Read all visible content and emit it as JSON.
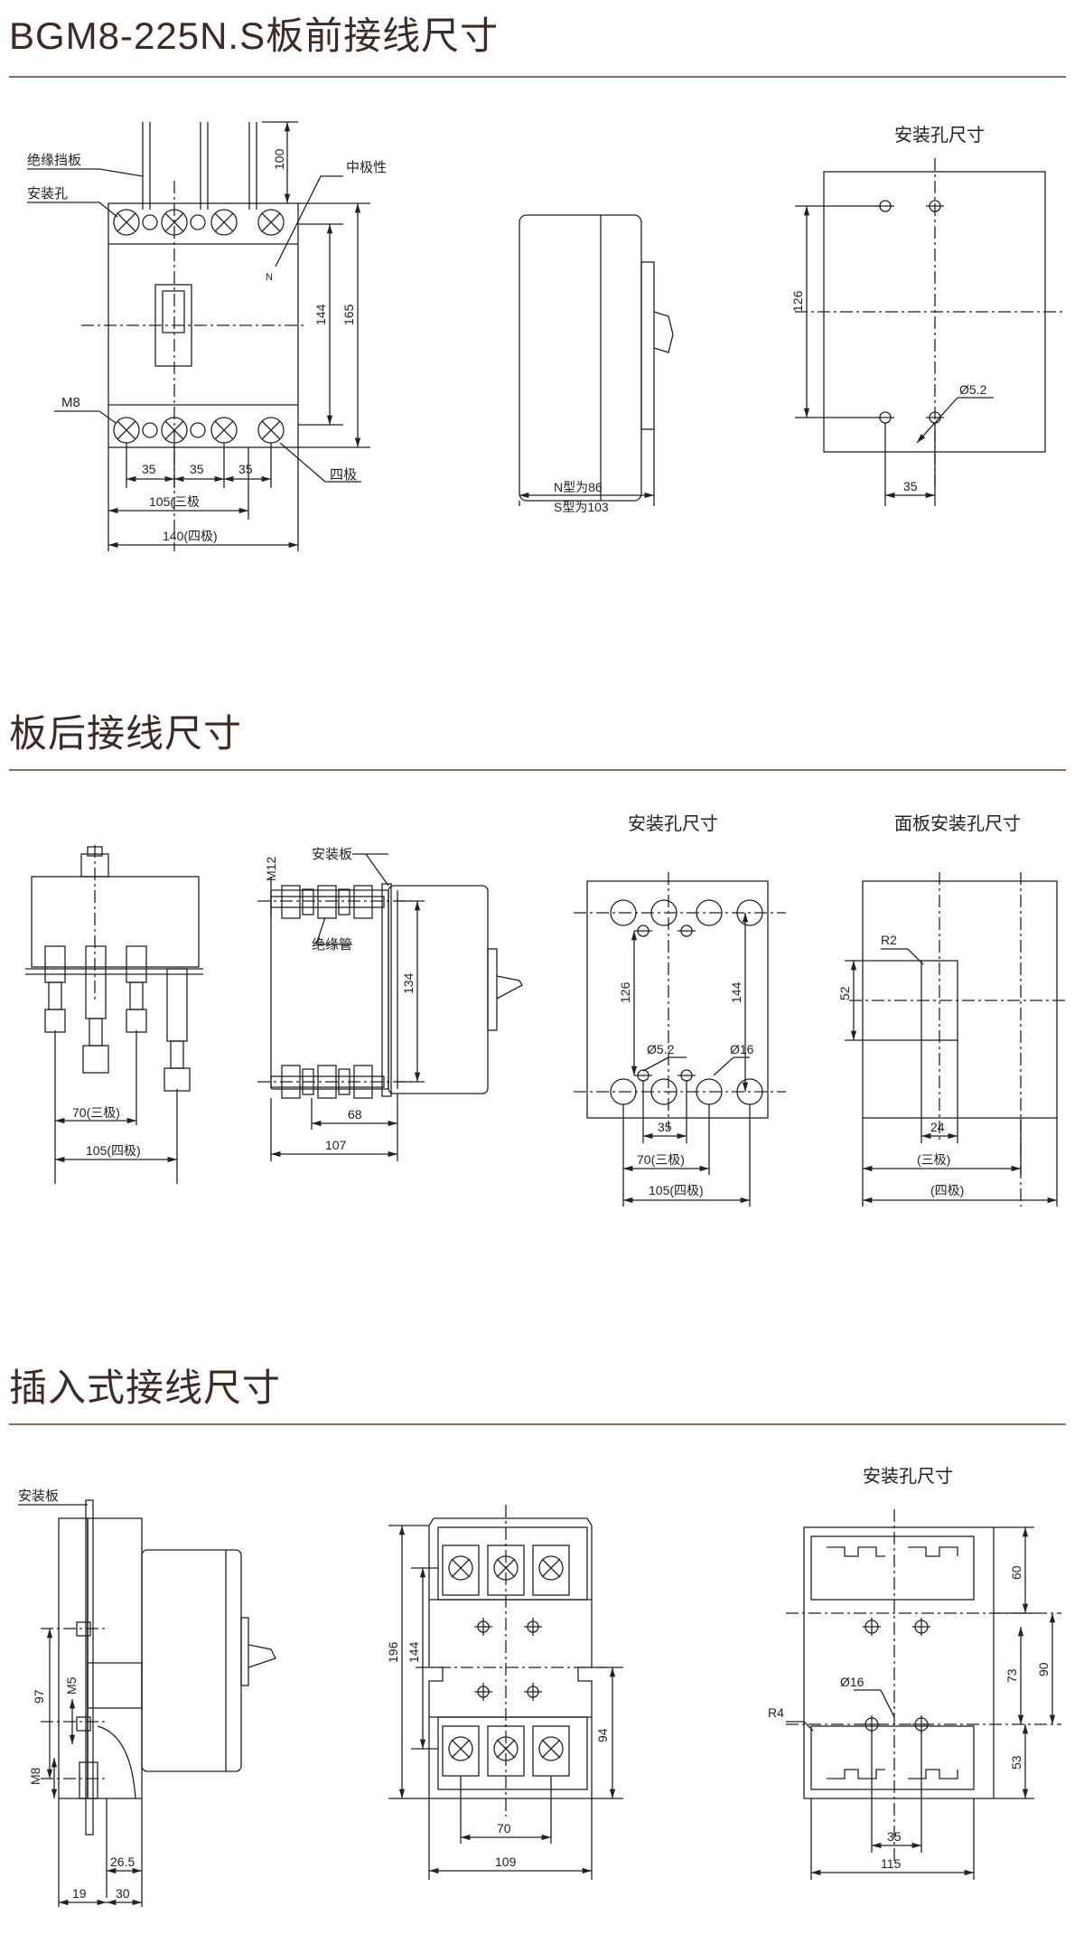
{
  "sections": [
    {
      "title": "BGM8-225N.S板前接线尺寸"
    },
    {
      "title": "板后接线尺寸"
    },
    {
      "title": "插入式接线尺寸"
    }
  ],
  "front": {
    "mount_title": "安装孔尺寸",
    "labels": {
      "insulation_baffle": "绝缘挡板",
      "mount_hole": "安装孔",
      "neutral_pole": "中极性",
      "n": "N",
      "m8": "M8",
      "four_pole": "四极"
    },
    "dims": {
      "d100": "100",
      "d144": "144",
      "d165": "165",
      "d35a": "35",
      "d35b": "35",
      "d35c": "35",
      "d105": "105(三极",
      "d140": "140(四极)",
      "n_type": "N型为86",
      "s_type": "S型为103",
      "d126": "126",
      "d52": "Ø5.2",
      "d35m": "35"
    }
  },
  "rear": {
    "mount_title": "安装孔尺寸",
    "panel_title": "面板安装孔尺寸",
    "labels": {
      "m12": "M12",
      "mount_plate": "安装板",
      "insulation_tube": "绝缘管",
      "r2": "R2"
    },
    "dims": {
      "d70": "70(三极)",
      "d105": "105(四极)",
      "d134": "134",
      "d68": "68",
      "d107": "107",
      "d126": "126",
      "d144": "144",
      "d52": "Ø5.2",
      "d16": "Ø16",
      "d35": "35",
      "d70m": "70(三极)",
      "d105m": "105(四极)",
      "d52p": "52",
      "d24": "24",
      "three": "(三极)",
      "four": "(四极)"
    }
  },
  "plugin": {
    "mount_title": "安装孔尺寸",
    "labels": {
      "mount_plate": "安装板",
      "m5": "M5",
      "m8": "M8",
      "r4": "R4"
    },
    "dims": {
      "d97": "97",
      "d26": "26.5",
      "d19": "19",
      "d30": "30",
      "d196": "196",
      "d144": "144",
      "d94": "94",
      "d70": "70",
      "d109": "109",
      "d60": "60",
      "d73": "73",
      "d90": "90",
      "d53": "53",
      "d16": "Ø16",
      "d35": "35",
      "d115": "115"
    }
  }
}
